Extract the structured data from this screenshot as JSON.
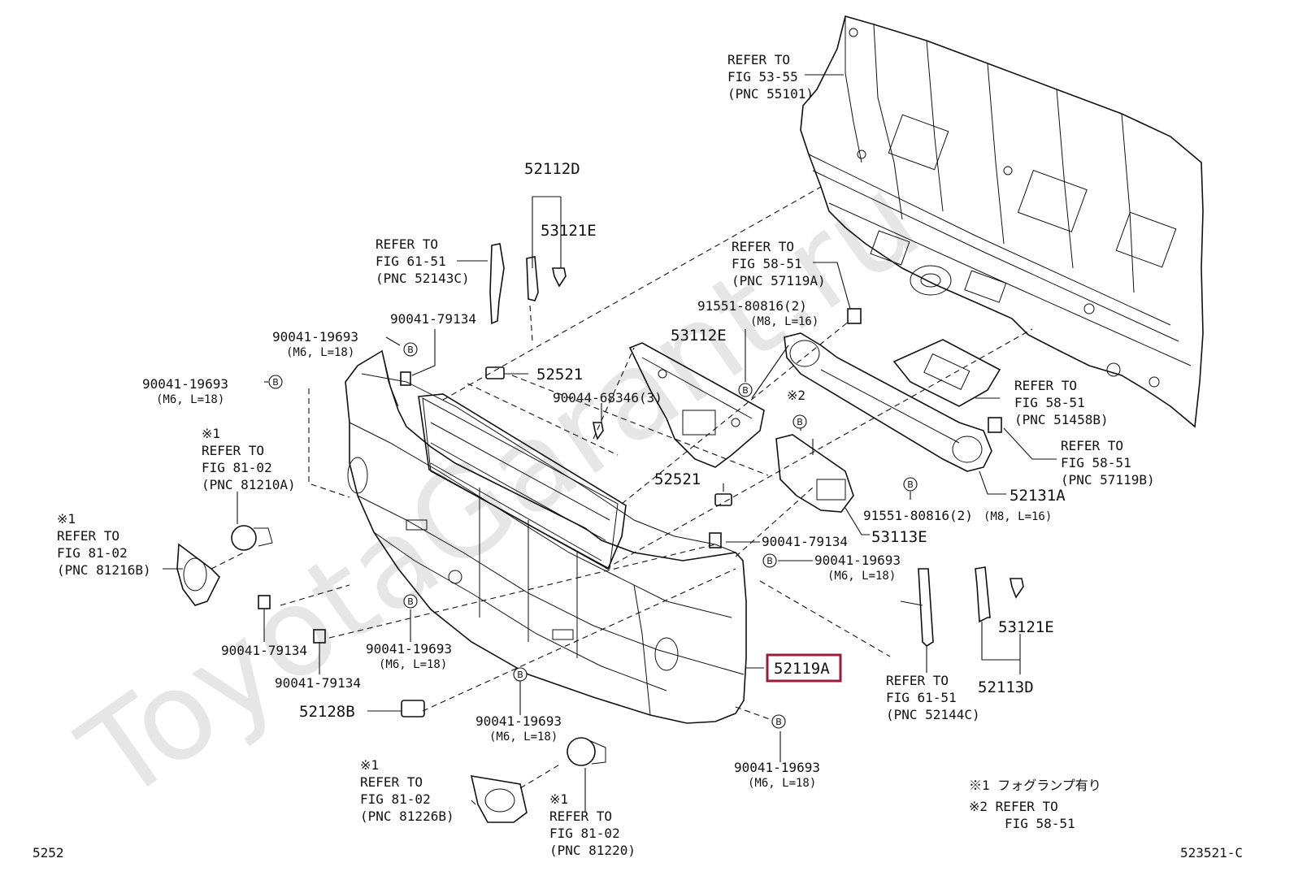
{
  "watermark": "ToyotaGarant.ru",
  "corner": {
    "left": "5252",
    "right": "523521-C"
  },
  "highlight_part": "52119A",
  "parts": {
    "p52112D": "52112D",
    "p53121E_top": "53121E",
    "p52521_top": "52521",
    "p53112E": "53112E",
    "p52521_mid": "52521",
    "p53113E": "53113E",
    "p52131A": "52131A",
    "p52119A": "52119A",
    "p52128B": "52128B",
    "p53121E_bot": "53121E",
    "p52113D": "52113D"
  },
  "fasteners": {
    "f1_code": "90041-19693",
    "f1_size": "(M6, L=18)",
    "f2_code": "90041-19693",
    "f2_size": "(M6, L=18)",
    "f3_code": "90041-79134",
    "f4_code": "90044-68346(3)",
    "f5_code": "91551-80816(2)",
    "f5_size": "(M8, L=16)",
    "f6_code": "91551-80816(2)",
    "f6_size": "(M8, L=16)",
    "f7_code": "90041-79134",
    "f8_code": "90041-19693",
    "f8_size": "(M6, L=18)",
    "f9_code": "90041-79134",
    "f10_code": "90041-79134",
    "f11_code": "90041-19693",
    "f11_size": "(M6, L=18)",
    "f12_code": "90041-19693",
    "f12_size": "(M6, L=18)",
    "f13_code": "90041-19693",
    "f13_size": "(M6, L=18)"
  },
  "refs": {
    "r1": [
      "REFER TO",
      "FIG 53-55",
      "(PNC 55101)"
    ],
    "r2": [
      "REFER TO",
      "FIG 61-51",
      "(PNC 52143C)"
    ],
    "r3": [
      "REFER TO",
      "FIG 58-51",
      "(PNC 57119A)"
    ],
    "r4": [
      "REFER TO",
      "FIG 58-51",
      "(PNC 51458B)"
    ],
    "r5": [
      "REFER TO",
      "FIG 58-51",
      "(PNC 57119B)"
    ],
    "r6": [
      "※1",
      "REFER TO",
      "FIG 81-02",
      "(PNC 81210A)"
    ],
    "r7": [
      "※1",
      "REFER TO",
      "FIG 81-02",
      "(PNC 81216B)"
    ],
    "r8": [
      "REFER TO",
      "FIG 61-51",
      "(PNC 52144C)"
    ],
    "r9": [
      "※1",
      "REFER TO",
      "FIG 81-02",
      "(PNC 81226B)"
    ],
    "r10": [
      "※1",
      "REFER TO",
      "FIG 81-02",
      "(PNC 81220)"
    ]
  },
  "note_mark2": "※2",
  "b_mark": "B",
  "footnotes": {
    "n1": "※1 フォグランプ有り",
    "n2_line1": "※2 REFER TO",
    "n2_line2": "FIG 58-51"
  }
}
